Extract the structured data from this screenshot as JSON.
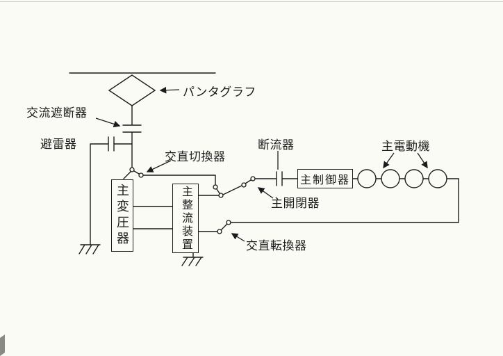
{
  "diagram": {
    "kind": "railway-electric-circuit-schematic",
    "labels": {
      "pantograph": "パンタグラフ",
      "ac_circuit_breaker": "交流遮断器",
      "lightning_arrester": "避雷器",
      "ac_dc_changeover_switch": "交直切換器",
      "main_transformer": "主変圧器",
      "main_rectifier": "主整流装置",
      "current_breaker": "断流器",
      "main_controller": "主制御器",
      "main_switch": "主開閉器",
      "main_traction_motor": "主電動機",
      "ac_dc_converter_switch": "交直転換器"
    },
    "symbols": {
      "motor_count": 4
    },
    "colors": {
      "line": "#1b1b1b",
      "background": "#fbfbf6",
      "text": "#1b1b1b"
    }
  }
}
